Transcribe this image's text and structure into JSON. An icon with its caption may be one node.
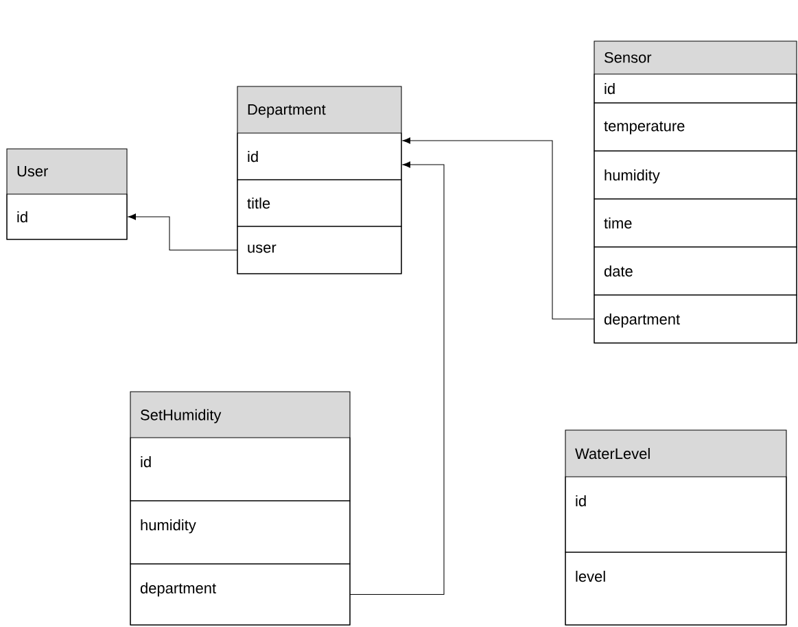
{
  "diagram": {
    "nodes": [
      {
        "text": [
          "User"
        ]
      },
      {
        "text": [
          "id"
        ],
        "in": 0
      },
      {
        "text": [
          "Department"
        ]
      },
      {
        "text": [
          "id"
        ],
        "in": 2
      },
      {
        "text": [
          "title"
        ],
        "in": 2
      },
      {
        "text": [
          "user"
        ],
        "in": 2
      },
      {
        "text": [
          "Sensor"
        ]
      },
      {
        "text": [
          "id"
        ],
        "in": 6
      },
      {
        "text": [
          "temperature"
        ],
        "in": 6
      },
      {
        "text": [
          "humidity"
        ],
        "in": 6
      },
      {
        "text": [
          "time"
        ],
        "in": 6
      },
      {
        "text": [
          "date"
        ],
        "in": 6
      },
      {
        "text": [
          "department"
        ],
        "in": 6
      },
      {
        "text": [
          "SetHumidity"
        ]
      },
      {
        "text": [
          "id"
        ],
        "in": 13
      },
      {
        "text": [
          "humidity"
        ],
        "in": 13
      },
      {
        "text": [
          "department"
        ],
        "in": 13
      },
      {
        "text": [
          "WaterLevel"
        ]
      },
      {
        "text": [
          "id"
        ],
        "in": 17
      },
      {
        "text": [
          "level"
        ],
        "in": 17
      }
    ],
    "edges": [
      {
        "from": 5,
        "to": 1,
        "arrow": "to"
      },
      {
        "from": 12,
        "to": 3,
        "arrow": "to"
      },
      {
        "from": 16,
        "to": 3,
        "arrow": "to"
      }
    ]
  }
}
